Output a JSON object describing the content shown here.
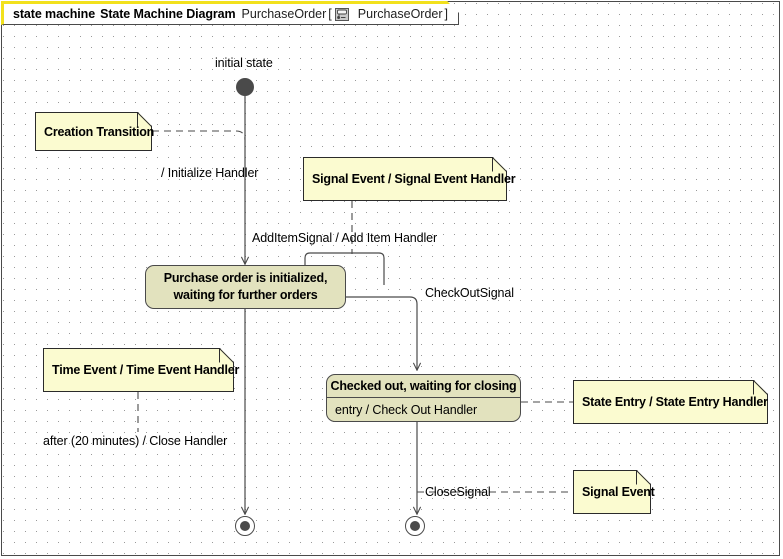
{
  "diagram": {
    "tab": {
      "kind_label": "state machine",
      "type_label": "State Machine Diagram",
      "name": "PurchaseOrder",
      "bracket_open": "[",
      "bracket_close": "]",
      "qualifier": "PurchaseOrder",
      "icon": "state-machine-icon"
    },
    "colors": {
      "note_fill": "#fbfbd0",
      "state_fill": "#e2e2be",
      "line": "#4a4a4a",
      "tab_accent": "#f2e11c",
      "grid_dot": "#9a9a9a"
    },
    "nodes": [
      {
        "id": "initial",
        "kind": "initial-state",
        "label": "initial state"
      },
      {
        "id": "s1",
        "kind": "state",
        "name": "Purchase order is initialized, waiting for further orders",
        "line1": "Purchase order is initialized,",
        "line2": "waiting for further orders"
      },
      {
        "id": "s2",
        "kind": "state-composite",
        "name": "Checked out, waiting for closing",
        "entry": "entry / Check Out Handler"
      },
      {
        "id": "final1",
        "kind": "final-state",
        "label": ""
      },
      {
        "id": "final2",
        "kind": "final-state",
        "label": ""
      }
    ],
    "notes": [
      {
        "id": "n1",
        "text": "Creation Transition"
      },
      {
        "id": "n2",
        "text": "Signal Event / Signal Event Handler"
      },
      {
        "id": "n3",
        "text": "Time Event / Time Event Handler"
      },
      {
        "id": "n4",
        "text": "State Entry / State Entry Handler"
      },
      {
        "id": "n5",
        "text": "Signal Event"
      }
    ],
    "transitions": [
      {
        "id": "t1",
        "label": "/ Initialize Handler",
        "from": "initial",
        "to": "s1"
      },
      {
        "id": "t2",
        "label": "AddItemSignal / Add Item Handler",
        "from": "s1",
        "to": "s1"
      },
      {
        "id": "t3",
        "label": "CheckOutSignal",
        "from": "s1",
        "to": "s2"
      },
      {
        "id": "t4",
        "label": "after (20 minutes) / Close Handler",
        "from": "s1",
        "to": "final1"
      },
      {
        "id": "t5",
        "label": "CloseSignal",
        "from": "s2",
        "to": "final2"
      }
    ]
  }
}
